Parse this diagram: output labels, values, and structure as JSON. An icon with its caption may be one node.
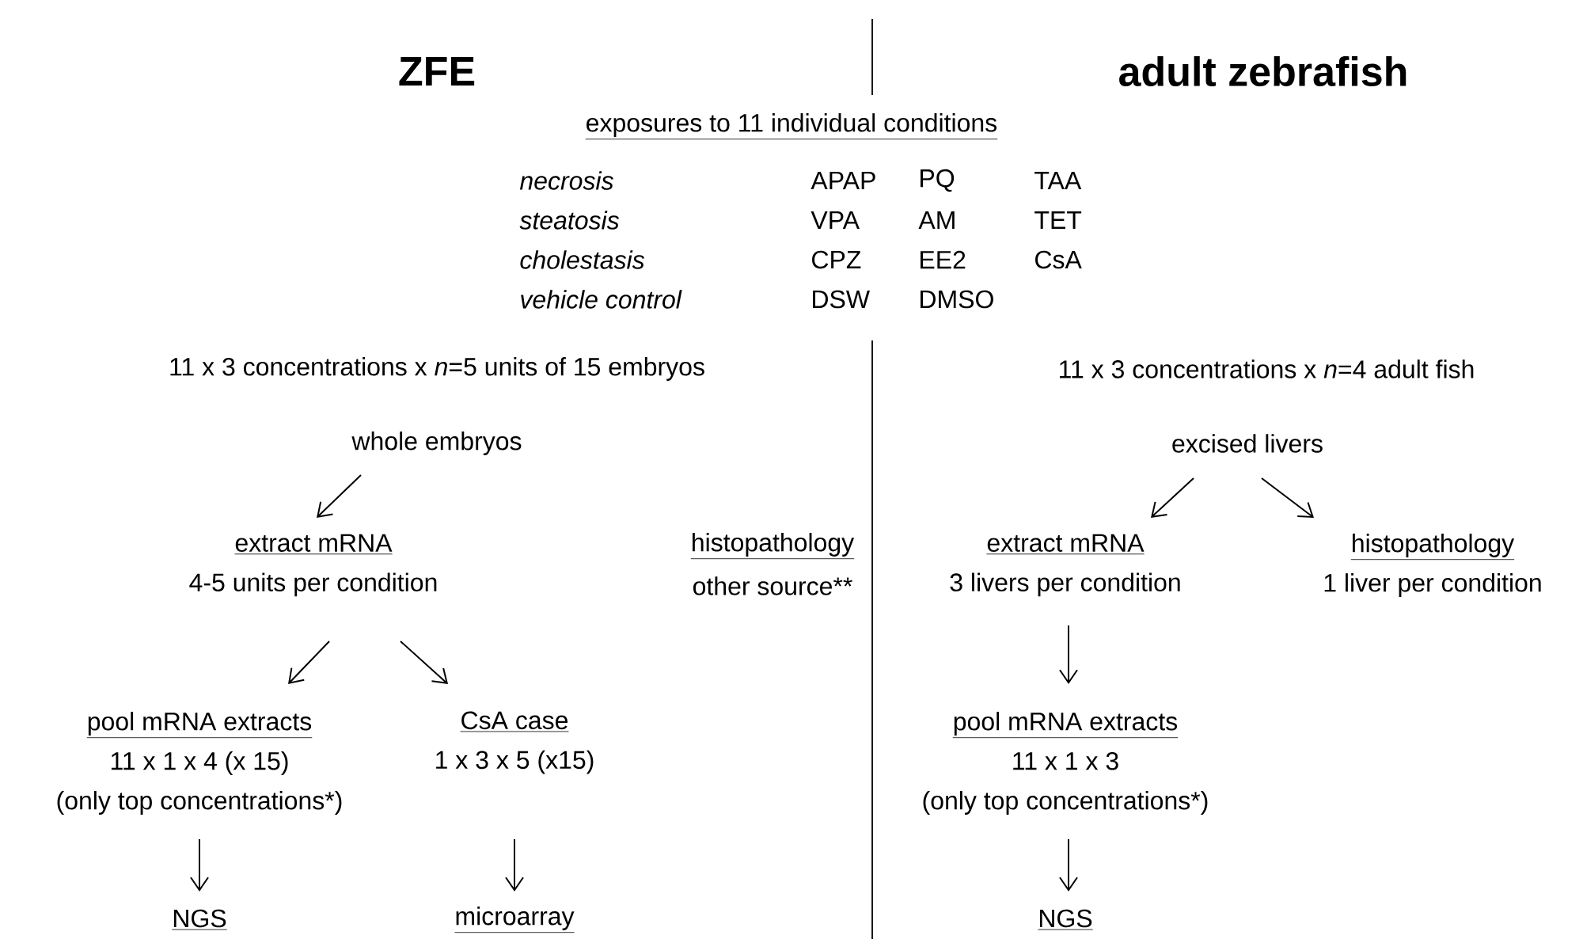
{
  "diagram": {
    "nodes": [
      {
        "text": [
          "whole embryos"
        ]
      },
      {
        "text": [
          "extract mRNA",
          "4-5 units per condition"
        ]
      },
      {
        "text": [
          "pool mRNA extracts",
          "11 x 1 x 4 (x 15)",
          "(only top concentrations*)"
        ]
      },
      {
        "text": [
          "CsA case",
          "1 x 3 x 5 (x15)"
        ]
      },
      {
        "text": [
          "NGS"
        ]
      },
      {
        "text": [
          "microarray"
        ]
      },
      {
        "text": [
          "excised livers"
        ]
      },
      {
        "text": [
          "extract mRNA",
          "3 livers per condition"
        ]
      },
      {
        "text": [
          "histopathology",
          "1 liver per condition"
        ]
      },
      {
        "text": [
          "pool mRNA extracts",
          "11 x 1 x 3",
          "(only top concentrations*)"
        ]
      },
      {
        "text": [
          "NGS"
        ]
      }
    ],
    "edges": [
      {
        "from": 0,
        "to": 1,
        "arrow": "to"
      },
      {
        "from": 1,
        "to": 2,
        "arrow": "to"
      },
      {
        "from": 1,
        "to": 3,
        "arrow": "to"
      },
      {
        "from": 2,
        "to": 4,
        "arrow": "to"
      },
      {
        "from": 3,
        "to": 5,
        "arrow": "to"
      },
      {
        "from": 6,
        "to": 7,
        "arrow": "to"
      },
      {
        "from": 6,
        "to": 8,
        "arrow": "to"
      },
      {
        "from": 7,
        "to": 9,
        "arrow": "to"
      },
      {
        "from": 9,
        "to": 10,
        "arrow": "to"
      }
    ],
    "labels": [
      "ZFE",
      "adult zebrafish",
      "exposures to 11 individual conditions",
      "necrosis",
      "APAP",
      "PQ",
      "TAA",
      "steatosis",
      "VPA",
      "AM",
      "TET",
      "cholestasis",
      "CPZ",
      "EE2",
      "CsA",
      "vehicle control",
      "DSW",
      "DMSO",
      "11 x 3 concentrations x *n*=5 units of 15 embryos",
      "11 x 3 concentrations x *n*=4 adult fish",
      "histopathology",
      "other source**"
    ]
  }
}
